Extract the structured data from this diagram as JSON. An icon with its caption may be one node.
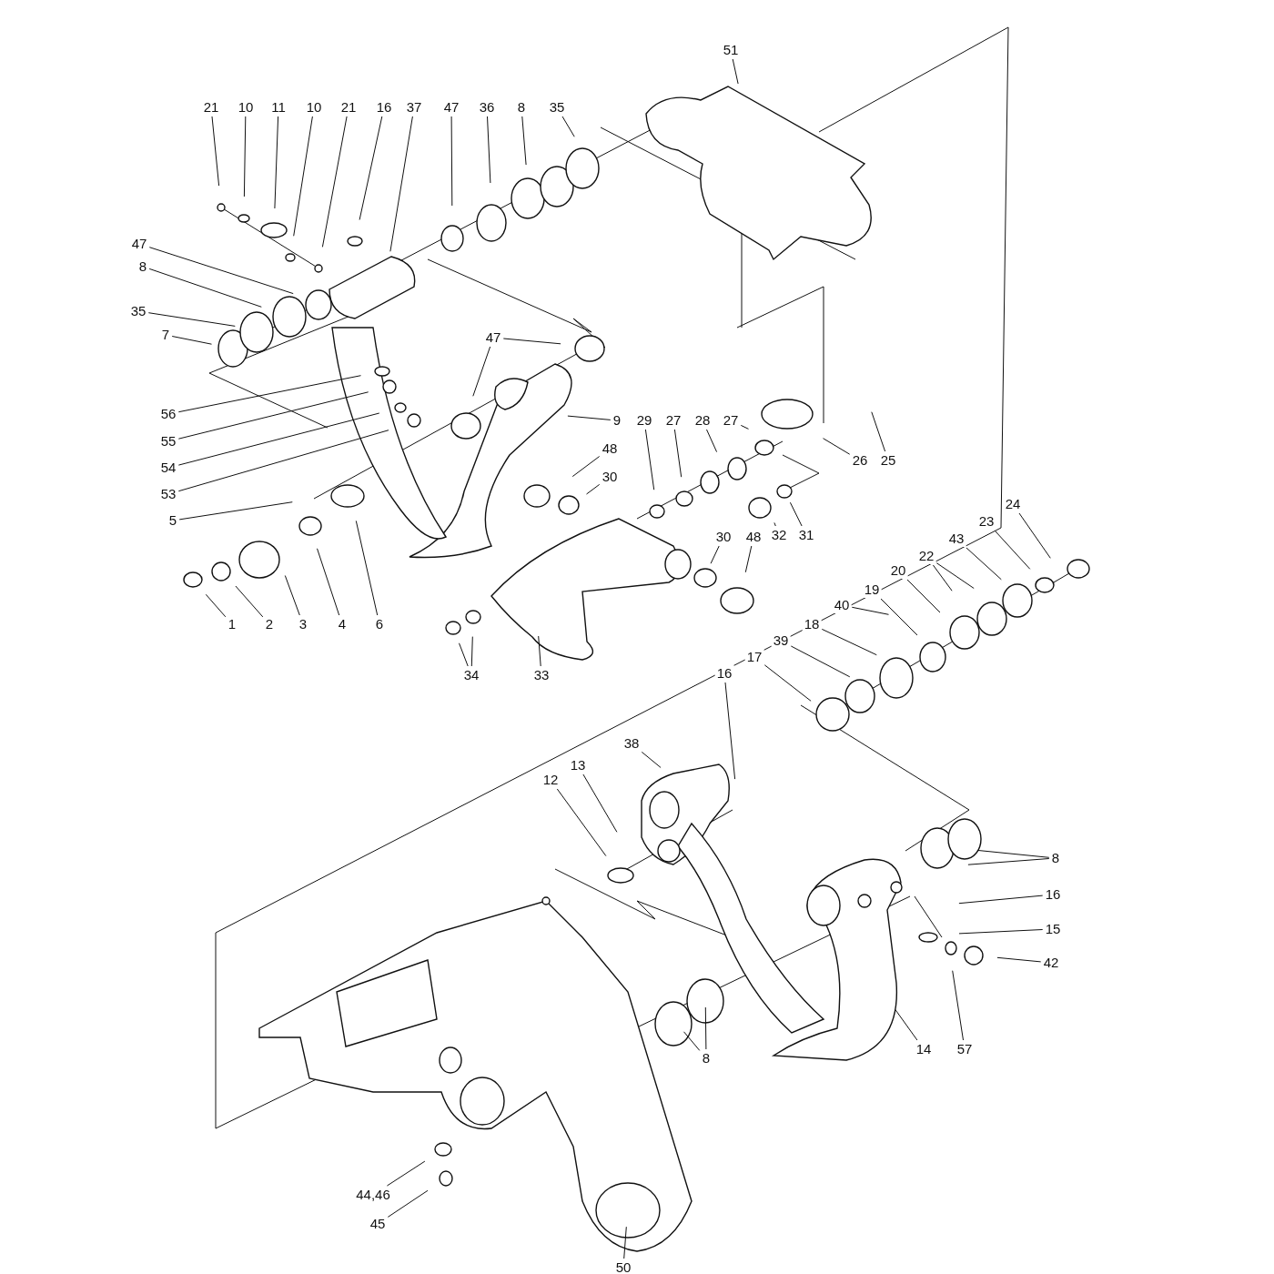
{
  "diagram": {
    "nodes": [
      {
        "text": [
          "51"
        ]
      },
      {
        "text": [
          "21"
        ]
      },
      {
        "text": [
          "10"
        ]
      },
      {
        "text": [
          "11"
        ]
      },
      {
        "text": [
          "10"
        ]
      },
      {
        "text": [
          "21"
        ]
      },
      {
        "text": [
          "16"
        ]
      },
      {
        "text": [
          "37"
        ]
      },
      {
        "text": [
          "47"
        ]
      },
      {
        "text": [
          "36"
        ]
      },
      {
        "text": [
          "8"
        ]
      },
      {
        "text": [
          "35"
        ]
      },
      {
        "text": [
          "47"
        ]
      },
      {
        "text": [
          "8"
        ]
      },
      {
        "text": [
          "35"
        ]
      },
      {
        "text": [
          "7"
        ]
      },
      {
        "text": [
          "47"
        ]
      },
      {
        "text": [
          "56"
        ]
      },
      {
        "text": [
          "9"
        ]
      },
      {
        "text": [
          "29"
        ]
      },
      {
        "text": [
          "27"
        ]
      },
      {
        "text": [
          "28"
        ]
      },
      {
        "text": [
          "27"
        ]
      },
      {
        "text": [
          "55"
        ]
      },
      {
        "text": [
          "48"
        ]
      },
      {
        "text": [
          "54"
        ]
      },
      {
        "text": [
          "26"
        ]
      },
      {
        "text": [
          "25"
        ]
      },
      {
        "text": [
          "30"
        ]
      },
      {
        "text": [
          "53"
        ]
      },
      {
        "text": [
          "24"
        ]
      },
      {
        "text": [
          "5"
        ]
      },
      {
        "text": [
          "23"
        ]
      },
      {
        "text": [
          "32"
        ]
      },
      {
        "text": [
          "31"
        ]
      },
      {
        "text": [
          "30"
        ]
      },
      {
        "text": [
          "48"
        ]
      },
      {
        "text": [
          "43"
        ]
      },
      {
        "text": [
          "22"
        ]
      },
      {
        "text": [
          "20"
        ]
      },
      {
        "text": [
          "19"
        ]
      },
      {
        "text": [
          "40"
        ]
      },
      {
        "text": [
          "1"
        ]
      },
      {
        "text": [
          "2"
        ]
      },
      {
        "text": [
          "3"
        ]
      },
      {
        "text": [
          "4"
        ]
      },
      {
        "text": [
          "6"
        ]
      },
      {
        "text": [
          "18"
        ]
      },
      {
        "text": [
          "39"
        ]
      },
      {
        "text": [
          "17"
        ]
      },
      {
        "text": [
          "16"
        ]
      },
      {
        "text": [
          "34"
        ]
      },
      {
        "text": [
          "33"
        ]
      },
      {
        "text": [
          "38"
        ]
      },
      {
        "text": [
          "13"
        ]
      },
      {
        "text": [
          "12"
        ]
      },
      {
        "text": [
          "8"
        ]
      },
      {
        "text": [
          "16"
        ]
      },
      {
        "text": [
          "15"
        ]
      },
      {
        "text": [
          "42"
        ]
      },
      {
        "text": [
          "14"
        ]
      },
      {
        "text": [
          "57"
        ]
      },
      {
        "text": [
          "8"
        ]
      },
      {
        "text": [
          "44,46"
        ]
      },
      {
        "text": [
          "45"
        ]
      },
      {
        "text": [
          "50"
        ]
      }
    ],
    "edges": [
      {
        "from": 0,
        "to": null,
        "arrow": "none"
      },
      {
        "from": 1,
        "to": null,
        "arrow": "none"
      },
      {
        "from": 2,
        "to": null,
        "arrow": "none"
      },
      {
        "from": 3,
        "to": null,
        "arrow": "none"
      },
      {
        "from": 4,
        "to": null,
        "arrow": "none"
      },
      {
        "from": 5,
        "to": null,
        "arrow": "none"
      },
      {
        "from": 6,
        "to": null,
        "arrow": "none"
      },
      {
        "from": 7,
        "to": null,
        "arrow": "none"
      },
      {
        "from": 8,
        "to": null,
        "arrow": "none"
      },
      {
        "from": 9,
        "to": null,
        "arrow": "none"
      },
      {
        "from": 10,
        "to": null,
        "arrow": "none"
      },
      {
        "from": 11,
        "to": null,
        "arrow": "none"
      },
      {
        "from": 12,
        "to": null,
        "arrow": "none"
      },
      {
        "from": 13,
        "to": null,
        "arrow": "none"
      },
      {
        "from": 14,
        "to": null,
        "arrow": "none"
      },
      {
        "from": 15,
        "to": null,
        "arrow": "none"
      },
      {
        "from": 16,
        "to": null,
        "arrow": "none"
      },
      {
        "from": 16,
        "to": null,
        "arrow": "none"
      },
      {
        "from": 17,
        "to": null,
        "arrow": "none"
      },
      {
        "from": 18,
        "to": null,
        "arrow": "none"
      },
      {
        "from": 19,
        "to": null,
        "arrow": "none"
      },
      {
        "from": 20,
        "to": null,
        "arrow": "none"
      },
      {
        "from": 21,
        "to": null,
        "arrow": "none"
      },
      {
        "from": 22,
        "to": null,
        "arrow": "none"
      },
      {
        "from": 23,
        "to": null,
        "arrow": "none"
      },
      {
        "from": 24,
        "to": null,
        "arrow": "none"
      },
      {
        "from": 25,
        "to": null,
        "arrow": "none"
      },
      {
        "from": 26,
        "to": null,
        "arrow": "none"
      },
      {
        "from": 27,
        "to": null,
        "arrow": "none"
      },
      {
        "from": 28,
        "to": null,
        "arrow": "none"
      },
      {
        "from": 29,
        "to": null,
        "arrow": "none"
      },
      {
        "from": 30,
        "to": null,
        "arrow": "none"
      },
      {
        "from": 31,
        "to": null,
        "arrow": "none"
      },
      {
        "from": 32,
        "to": null,
        "arrow": "none"
      },
      {
        "from": 33,
        "to": null,
        "arrow": "none"
      },
      {
        "from": 34,
        "to": null,
        "arrow": "none"
      },
      {
        "from": 35,
        "to": null,
        "arrow": "none"
      },
      {
        "from": 36,
        "to": null,
        "arrow": "none"
      },
      {
        "from": 37,
        "to": null,
        "arrow": "none"
      },
      {
        "from": 38,
        "to": null,
        "arrow": "none"
      },
      {
        "from": 38,
        "to": null,
        "arrow": "none"
      },
      {
        "from": 39,
        "to": null,
        "arrow": "none"
      },
      {
        "from": 40,
        "to": null,
        "arrow": "none"
      },
      {
        "from": 41,
        "to": null,
        "arrow": "none"
      },
      {
        "from": 42,
        "to": null,
        "arrow": "none"
      },
      {
        "from": 43,
        "to": null,
        "arrow": "none"
      },
      {
        "from": 44,
        "to": null,
        "arrow": "none"
      },
      {
        "from": 45,
        "to": null,
        "arrow": "none"
      },
      {
        "from": 46,
        "to": null,
        "arrow": "none"
      },
      {
        "from": 47,
        "to": null,
        "arrow": "none"
      },
      {
        "from": 48,
        "to": null,
        "arrow": "none"
      },
      {
        "from": 49,
        "to": null,
        "arrow": "none"
      },
      {
        "from": 50,
        "to": null,
        "arrow": "none"
      },
      {
        "from": 51,
        "to": null,
        "arrow": "none"
      },
      {
        "from": 51,
        "to": null,
        "arrow": "none"
      },
      {
        "from": 52,
        "to": null,
        "arrow": "none"
      },
      {
        "from": 53,
        "to": null,
        "arrow": "none"
      },
      {
        "from": 54,
        "to": null,
        "arrow": "none"
      },
      {
        "from": 55,
        "to": null,
        "arrow": "none"
      },
      {
        "from": 56,
        "to": null,
        "arrow": "none"
      },
      {
        "from": 56,
        "to": null,
        "arrow": "none"
      },
      {
        "from": 57,
        "to": null,
        "arrow": "none"
      },
      {
        "from": 58,
        "to": null,
        "arrow": "none"
      },
      {
        "from": 59,
        "to": null,
        "arrow": "none"
      },
      {
        "from": 60,
        "to": null,
        "arrow": "none"
      },
      {
        "from": 61,
        "to": null,
        "arrow": "none"
      },
      {
        "from": 62,
        "to": null,
        "arrow": "none"
      },
      {
        "from": 62,
        "to": null,
        "arrow": "none"
      },
      {
        "from": 63,
        "to": null,
        "arrow": "none"
      },
      {
        "from": 64,
        "to": null,
        "arrow": "none"
      },
      {
        "from": 65,
        "to": null,
        "arrow": "none"
      }
    ]
  }
}
